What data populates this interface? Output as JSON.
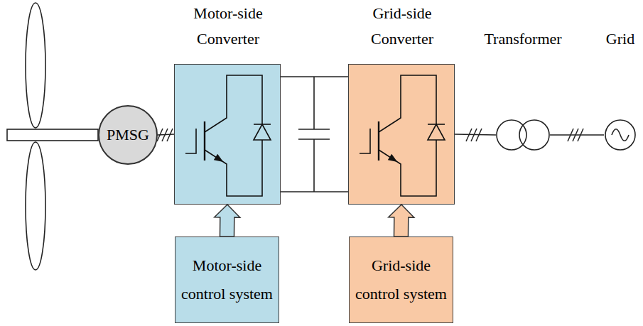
{
  "diagram": {
    "nodes": [
      {
        "text": [
          "PMSG"
        ]
      },
      {
        "text": [
          "Motor-side Converter"
        ]
      },
      {
        "text": [
          "Grid-side Converter"
        ]
      },
      {
        "text": [
          "Transformer"
        ]
      },
      {
        "text": [
          "Grid"
        ]
      },
      {
        "text": [
          "Motor-side control system"
        ]
      },
      {
        "text": [
          "Grid-side control system"
        ]
      }
    ],
    "edges": [
      {
        "from": 0,
        "to": 1,
        "arrow": "none"
      },
      {
        "from": 1,
        "to": 2,
        "arrow": "none"
      },
      {
        "from": 2,
        "to": 3,
        "arrow": "none"
      },
      {
        "from": 3,
        "to": 4,
        "arrow": "none"
      },
      {
        "from": 5,
        "to": 1,
        "arrow": "to"
      },
      {
        "from": 6,
        "to": 2,
        "arrow": "to"
      }
    ]
  }
}
